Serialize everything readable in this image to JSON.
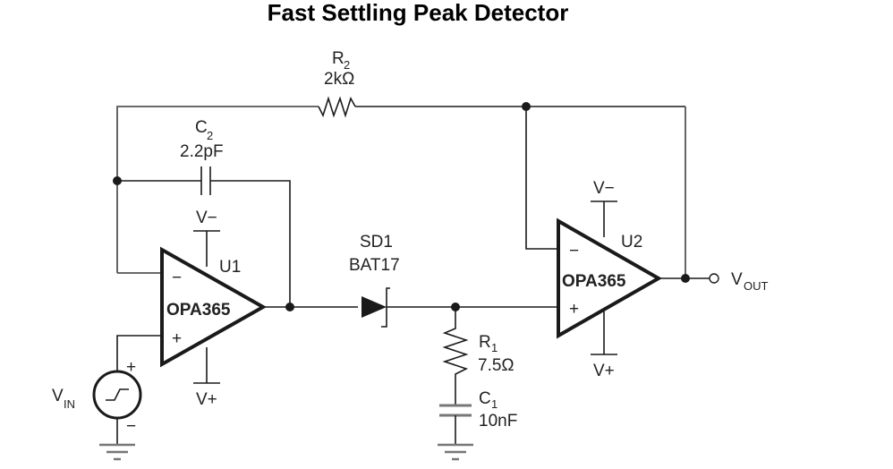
{
  "title": "Fast Settling Peak Detector",
  "components": {
    "r2": {
      "name": "R",
      "sub": "2",
      "value": "2kΩ"
    },
    "c2": {
      "name": "C",
      "sub": "2",
      "value": "2.2pF"
    },
    "u1": {
      "ref": "U1",
      "part": "OPA365",
      "neg_supply": "V−",
      "pos_supply": "V+",
      "inv": "−",
      "noninv": "+"
    },
    "u2": {
      "ref": "U2",
      "part": "OPA365",
      "neg_supply": "V−",
      "pos_supply": "V+",
      "inv": "−",
      "noninv": "+"
    },
    "sd1": {
      "ref": "SD1",
      "part": "BAT17"
    },
    "r1": {
      "name": "R",
      "sub": "1",
      "value": "7.5Ω"
    },
    "c1": {
      "name": "C",
      "sub": "1",
      "value": "10nF"
    },
    "vin": {
      "name": "V",
      "sub": "IN",
      "plus": "+",
      "minus": "−"
    },
    "vout": {
      "name": "V",
      "sub": "OUT"
    }
  }
}
